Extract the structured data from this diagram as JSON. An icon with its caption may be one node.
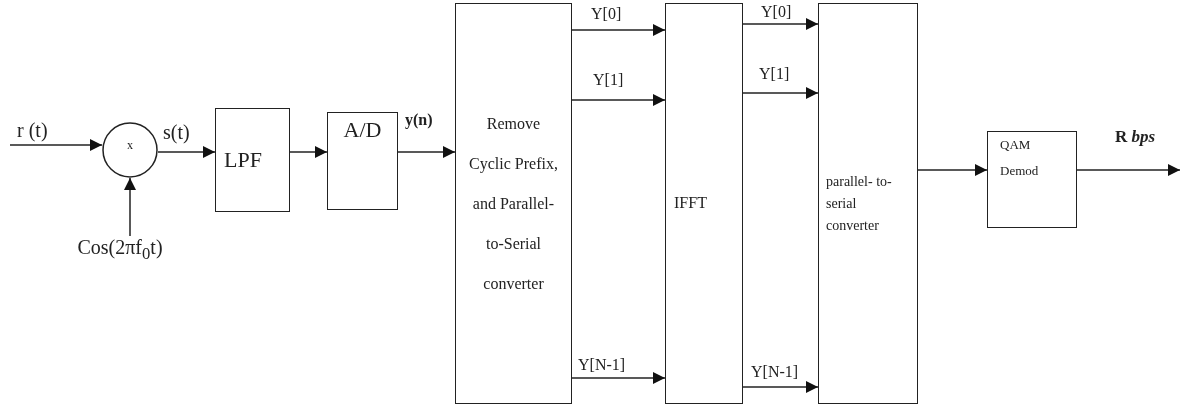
{
  "diagram": {
    "nodes": [
      {
        "text": [
          "x"
        ]
      },
      {
        "text": [
          "Cos(2πf$_{0}$t)"
        ]
      },
      {
        "text": [
          "LPF"
        ]
      },
      {
        "text": [
          "A/D"
        ]
      },
      {
        "text": [
          "Remove Cyclic Prefix, and Parallel- to-Serial converter"
        ]
      },
      {
        "text": [
          "IFFT"
        ]
      },
      {
        "text": [
          "parallel- to-serial converter"
        ]
      },
      {
        "text": [
          "QAM Demod"
        ]
      }
    ],
    "edges": [
      {
        "from": null,
        "to": 0,
        "arrow": "to",
        "label": "r (t)"
      },
      {
        "from": 1,
        "to": 0,
        "arrow": "to"
      },
      {
        "from": 0,
        "to": 2,
        "arrow": "to",
        "label": "s(t)"
      },
      {
        "from": 2,
        "to": 3,
        "arrow": "to"
      },
      {
        "from": 3,
        "to": 4,
        "arrow": "to",
        "label": "y(n)"
      },
      {
        "from": 4,
        "to": 5,
        "arrow": "to",
        "label": "Y[0]"
      },
      {
        "from": 4,
        "to": 5,
        "arrow": "to",
        "label": "Y[1]"
      },
      {
        "from": 4,
        "to": 5,
        "arrow": "to",
        "label": "Y[N-1]"
      },
      {
        "from": 5,
        "to": 6,
        "arrow": "to",
        "label": "Y[0]"
      },
      {
        "from": 5,
        "to": 6,
        "arrow": "to",
        "label": "Y[1]"
      },
      {
        "from": 5,
        "to": 6,
        "arrow": "to",
        "label": "Y[N-1]"
      },
      {
        "from": 6,
        "to": 7,
        "arrow": "to"
      },
      {
        "from": 7,
        "to": null,
        "arrow": "to",
        "label": "R *bps*"
      }
    ]
  }
}
